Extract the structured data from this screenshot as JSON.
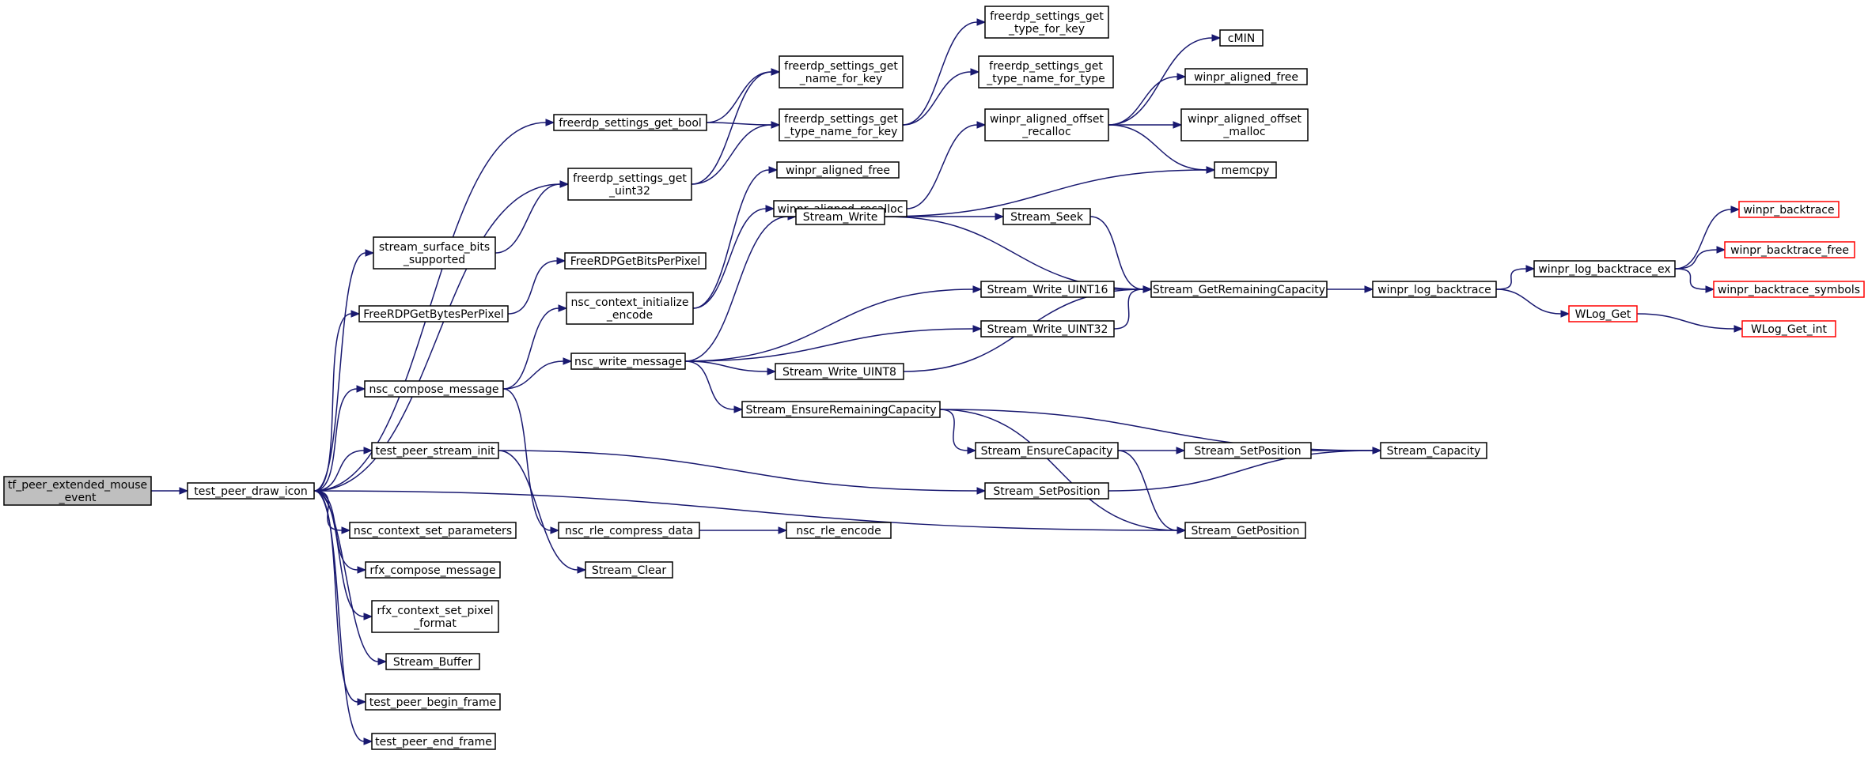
{
  "colors": {
    "edge": "#191970",
    "node_border": "#000000",
    "node_border_truncated": "#ff0000",
    "root_fill": "#bfbfbf",
    "node_fill": "#ffffff"
  },
  "nodes": [
    {
      "id": "tf_peer_extended_mouse_event",
      "lines": [
        "tf_peer_extended_mouse",
        "_event"
      ],
      "kind": "root"
    },
    {
      "id": "test_peer_draw_icon",
      "lines": [
        "test_peer_draw_icon"
      ],
      "kind": "normal"
    },
    {
      "id": "freerdp_settings_get_bool",
      "lines": [
        "freerdp_settings_get_bool"
      ],
      "kind": "normal"
    },
    {
      "id": "freerdp_settings_get_uint32",
      "lines": [
        "freerdp_settings_get",
        "_uint32"
      ],
      "kind": "normal"
    },
    {
      "id": "stream_surface_bits_supported",
      "lines": [
        "stream_surface_bits",
        "_supported"
      ],
      "kind": "normal"
    },
    {
      "id": "FreeRDPGetBytesPerPixel",
      "lines": [
        "FreeRDPGetBytesPerPixel"
      ],
      "kind": "normal"
    },
    {
      "id": "nsc_compose_message",
      "lines": [
        "nsc_compose_message"
      ],
      "kind": "normal"
    },
    {
      "id": "test_peer_stream_init",
      "lines": [
        "test_peer_stream_init"
      ],
      "kind": "normal"
    },
    {
      "id": "nsc_context_set_parameters",
      "lines": [
        "nsc_context_set_parameters"
      ],
      "kind": "normal"
    },
    {
      "id": "rfx_compose_message",
      "lines": [
        "rfx_compose_message"
      ],
      "kind": "normal"
    },
    {
      "id": "rfx_context_set_pixel_format",
      "lines": [
        "rfx_context_set_pixel",
        "_format"
      ],
      "kind": "normal"
    },
    {
      "id": "Stream_Buffer",
      "lines": [
        "Stream_Buffer"
      ],
      "kind": "normal"
    },
    {
      "id": "test_peer_begin_frame",
      "lines": [
        "test_peer_begin_frame"
      ],
      "kind": "normal"
    },
    {
      "id": "test_peer_end_frame",
      "lines": [
        "test_peer_end_frame"
      ],
      "kind": "normal"
    },
    {
      "id": "freerdp_settings_get_name_for_key",
      "lines": [
        "freerdp_settings_get",
        "_name_for_key"
      ],
      "kind": "normal"
    },
    {
      "id": "freerdp_settings_get_type_name_for_key",
      "lines": [
        "freerdp_settings_get",
        "_type_name_for_key"
      ],
      "kind": "normal"
    },
    {
      "id": "freerdp_settings_get_type_for_key",
      "lines": [
        "freerdp_settings_get",
        "_type_for_key"
      ],
      "kind": "normal"
    },
    {
      "id": "freerdp_settings_get_type_name_for_type",
      "lines": [
        "freerdp_settings_get",
        "_type_name_for_type"
      ],
      "kind": "normal"
    },
    {
      "id": "winpr_aligned_free_1",
      "lines": [
        "winpr_aligned_free"
      ],
      "kind": "normal"
    },
    {
      "id": "winpr_aligned_recalloc",
      "lines": [
        "winpr_aligned_recalloc"
      ],
      "kind": "normal"
    },
    {
      "id": "FreeRDPGetBitsPerPixel",
      "lines": [
        "FreeRDPGetBitsPerPixel"
      ],
      "kind": "normal"
    },
    {
      "id": "nsc_context_initialize_encode",
      "lines": [
        "nsc_context_initialize",
        "_encode"
      ],
      "kind": "normal"
    },
    {
      "id": "nsc_write_message",
      "lines": [
        "nsc_write_message"
      ],
      "kind": "normal"
    },
    {
      "id": "nsc_rle_compress_data",
      "lines": [
        "nsc_rle_compress_data"
      ],
      "kind": "normal"
    },
    {
      "id": "Stream_Clear",
      "lines": [
        "Stream_Clear"
      ],
      "kind": "normal"
    },
    {
      "id": "Stream_Write",
      "lines": [
        "Stream_Write"
      ],
      "kind": "normal"
    },
    {
      "id": "Stream_Write_UINT8",
      "lines": [
        "Stream_Write_UINT8"
      ],
      "kind": "normal"
    },
    {
      "id": "Stream_EnsureRemainingCapacity",
      "lines": [
        "Stream_EnsureRemainingCapacity"
      ],
      "kind": "normal"
    },
    {
      "id": "nsc_rle_encode",
      "lines": [
        "nsc_rle_encode"
      ],
      "kind": "normal"
    },
    {
      "id": "cMIN",
      "lines": [
        "cMIN"
      ],
      "kind": "normal"
    },
    {
      "id": "winpr_aligned_free_2",
      "lines": [
        "winpr_aligned_free"
      ],
      "kind": "normal"
    },
    {
      "id": "winpr_aligned_offset_recalloc",
      "lines": [
        "winpr_aligned_offset",
        "_recalloc"
      ],
      "kind": "normal"
    },
    {
      "id": "winpr_aligned_offset_malloc",
      "lines": [
        "winpr_aligned_offset",
        "_malloc"
      ],
      "kind": "normal"
    },
    {
      "id": "memcpy",
      "lines": [
        "memcpy"
      ],
      "kind": "normal"
    },
    {
      "id": "Stream_Seek",
      "lines": [
        "Stream_Seek"
      ],
      "kind": "normal"
    },
    {
      "id": "Stream_Write_UINT16",
      "lines": [
        "Stream_Write_UINT16"
      ],
      "kind": "normal"
    },
    {
      "id": "Stream_Write_UINT32",
      "lines": [
        "Stream_Write_UINT32"
      ],
      "kind": "normal"
    },
    {
      "id": "Stream_EnsureCapacity",
      "lines": [
        "Stream_EnsureCapacity"
      ],
      "kind": "normal"
    },
    {
      "id": "Stream_SetPosition_1",
      "lines": [
        "Stream_SetPosition"
      ],
      "kind": "normal"
    },
    {
      "id": "Stream_SetPosition_2",
      "lines": [
        "Stream_SetPosition"
      ],
      "kind": "normal"
    },
    {
      "id": "Stream_GetPosition",
      "lines": [
        "Stream_GetPosition"
      ],
      "kind": "normal"
    },
    {
      "id": "Stream_GetRemainingCapacity",
      "lines": [
        "Stream_GetRemainingCapacity"
      ],
      "kind": "normal"
    },
    {
      "id": "Stream_Capacity",
      "lines": [
        "Stream_Capacity"
      ],
      "kind": "normal"
    },
    {
      "id": "winpr_log_backtrace",
      "lines": [
        "winpr_log_backtrace"
      ],
      "kind": "normal"
    },
    {
      "id": "winpr_log_backtrace_ex",
      "lines": [
        "winpr_log_backtrace_ex"
      ],
      "kind": "normal"
    },
    {
      "id": "winpr_backtrace",
      "lines": [
        "winpr_backtrace"
      ],
      "kind": "truncated"
    },
    {
      "id": "winpr_backtrace_free",
      "lines": [
        "winpr_backtrace_free"
      ],
      "kind": "truncated"
    },
    {
      "id": "winpr_backtrace_symbols",
      "lines": [
        "winpr_backtrace_symbols"
      ],
      "kind": "truncated"
    },
    {
      "id": "WLog_Get",
      "lines": [
        "WLog_Get"
      ],
      "kind": "truncated"
    },
    {
      "id": "WLog_Get_int",
      "lines": [
        "WLog_Get_int"
      ],
      "kind": "truncated"
    }
  ],
  "edges": [
    [
      "tf_peer_extended_mouse_event",
      "test_peer_draw_icon"
    ],
    [
      "test_peer_draw_icon",
      "freerdp_settings_get_bool"
    ],
    [
      "test_peer_draw_icon",
      "freerdp_settings_get_uint32"
    ],
    [
      "test_peer_draw_icon",
      "stream_surface_bits_supported"
    ],
    [
      "test_peer_draw_icon",
      "FreeRDPGetBytesPerPixel"
    ],
    [
      "test_peer_draw_icon",
      "nsc_compose_message"
    ],
    [
      "test_peer_draw_icon",
      "test_peer_stream_init"
    ],
    [
      "test_peer_draw_icon",
      "nsc_context_set_parameters"
    ],
    [
      "test_peer_draw_icon",
      "rfx_compose_message"
    ],
    [
      "test_peer_draw_icon",
      "rfx_context_set_pixel_format"
    ],
    [
      "test_peer_draw_icon",
      "Stream_Buffer"
    ],
    [
      "test_peer_draw_icon",
      "test_peer_begin_frame"
    ],
    [
      "test_peer_draw_icon",
      "test_peer_end_frame"
    ],
    [
      "test_peer_draw_icon",
      "Stream_GetPosition"
    ],
    [
      "freerdp_settings_get_bool",
      "freerdp_settings_get_name_for_key"
    ],
    [
      "freerdp_settings_get_bool",
      "freerdp_settings_get_type_name_for_key"
    ],
    [
      "freerdp_settings_get_uint32",
      "freerdp_settings_get_name_for_key"
    ],
    [
      "freerdp_settings_get_uint32",
      "freerdp_settings_get_type_name_for_key"
    ],
    [
      "freerdp_settings_get_type_name_for_key",
      "freerdp_settings_get_type_for_key"
    ],
    [
      "freerdp_settings_get_type_name_for_key",
      "freerdp_settings_get_type_name_for_type"
    ],
    [
      "stream_surface_bits_supported",
      "freerdp_settings_get_uint32"
    ],
    [
      "FreeRDPGetBytesPerPixel",
      "FreeRDPGetBitsPerPixel"
    ],
    [
      "nsc_compose_message",
      "nsc_context_initialize_encode"
    ],
    [
      "nsc_compose_message",
      "nsc_write_message"
    ],
    [
      "nsc_compose_message",
      "nsc_rle_compress_data"
    ],
    [
      "nsc_context_initialize_encode",
      "winpr_aligned_free_1"
    ],
    [
      "nsc_context_initialize_encode",
      "winpr_aligned_recalloc"
    ],
    [
      "winpr_aligned_recalloc",
      "winpr_aligned_offset_recalloc"
    ],
    [
      "winpr_aligned_offset_recalloc",
      "cMIN"
    ],
    [
      "winpr_aligned_offset_recalloc",
      "winpr_aligned_free_2"
    ],
    [
      "winpr_aligned_offset_recalloc",
      "winpr_aligned_offset_malloc"
    ],
    [
      "winpr_aligned_offset_recalloc",
      "memcpy"
    ],
    [
      "test_peer_stream_init",
      "Stream_Clear"
    ],
    [
      "test_peer_stream_init",
      "Stream_SetPosition_2"
    ],
    [
      "nsc_write_message",
      "Stream_Write"
    ],
    [
      "nsc_write_message",
      "Stream_Write_UINT16"
    ],
    [
      "nsc_write_message",
      "Stream_Write_UINT32"
    ],
    [
      "nsc_write_message",
      "Stream_Write_UINT8"
    ],
    [
      "nsc_write_message",
      "Stream_EnsureRemainingCapacity"
    ],
    [
      "Stream_Write",
      "memcpy"
    ],
    [
      "Stream_Write",
      "Stream_Seek"
    ],
    [
      "Stream_Write",
      "Stream_GetRemainingCapacity"
    ],
    [
      "Stream_Seek",
      "Stream_GetRemainingCapacity"
    ],
    [
      "Stream_Write_UINT16",
      "Stream_GetRemainingCapacity"
    ],
    [
      "Stream_Write_UINT32",
      "Stream_GetRemainingCapacity"
    ],
    [
      "Stream_Write_UINT8",
      "Stream_GetRemainingCapacity"
    ],
    [
      "Stream_EnsureRemainingCapacity",
      "Stream_EnsureCapacity"
    ],
    [
      "Stream_EnsureRemainingCapacity",
      "Stream_Capacity"
    ],
    [
      "Stream_EnsureRemainingCapacity",
      "Stream_GetPosition"
    ],
    [
      "Stream_EnsureCapacity",
      "Stream_SetPosition_1"
    ],
    [
      "Stream_EnsureCapacity",
      "Stream_GetPosition"
    ],
    [
      "Stream_SetPosition_1",
      "Stream_Capacity"
    ],
    [
      "Stream_SetPosition_2",
      "Stream_Capacity"
    ],
    [
      "nsc_rle_compress_data",
      "nsc_rle_encode"
    ],
    [
      "Stream_GetRemainingCapacity",
      "winpr_log_backtrace"
    ],
    [
      "winpr_log_backtrace",
      "winpr_log_backtrace_ex"
    ],
    [
      "winpr_log_backtrace",
      "WLog_Get"
    ],
    [
      "winpr_log_backtrace_ex",
      "winpr_backtrace"
    ],
    [
      "winpr_log_backtrace_ex",
      "winpr_backtrace_free"
    ],
    [
      "winpr_log_backtrace_ex",
      "winpr_backtrace_symbols"
    ],
    [
      "WLog_Get",
      "WLog_Get_int"
    ]
  ]
}
